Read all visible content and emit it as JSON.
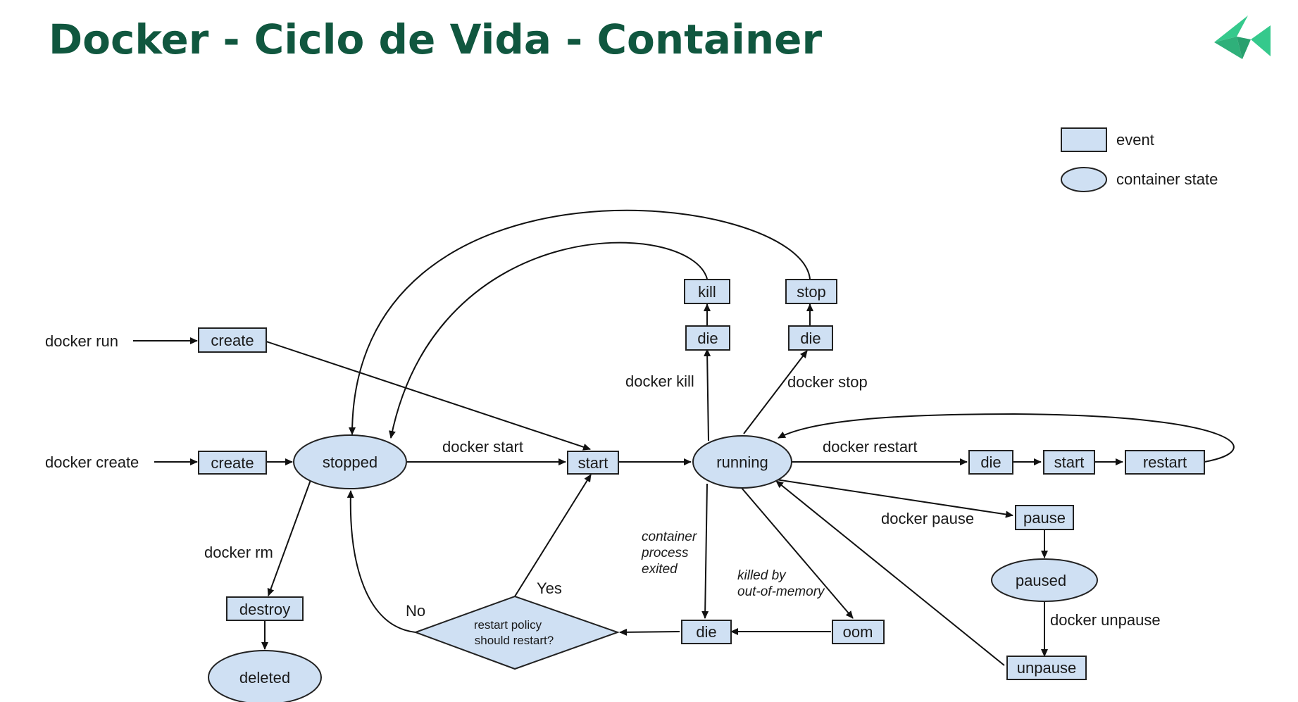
{
  "title": "Docker - Ciclo de Vida - Container",
  "colors": {
    "title": "#10573f",
    "logo": "#35c98c",
    "node_fill": "#cfe0f3",
    "stroke": "#222222"
  },
  "legend": {
    "event": "event",
    "state": "container state"
  },
  "states": {
    "stopped": "stopped",
    "running": "running",
    "paused": "paused",
    "deleted": "deleted"
  },
  "events": {
    "create_run": "create",
    "create": "create",
    "start": "start",
    "kill": "kill",
    "stop": "stop",
    "die_kill": "die",
    "die_stop": "die",
    "die_restart": "die",
    "start_restart": "start",
    "restart": "restart",
    "pause": "pause",
    "unpause": "unpause",
    "destroy": "destroy",
    "die_bottom": "die",
    "oom": "oom"
  },
  "decision": {
    "line1": "restart policy",
    "line2": "should restart?"
  },
  "labels": {
    "docker_run": "docker run",
    "docker_create": "docker create",
    "docker_start": "docker start",
    "docker_kill": "docker kill",
    "docker_stop": "docker stop",
    "docker_restart": "docker restart",
    "docker_pause": "docker pause",
    "docker_unpause": "docker unpause",
    "docker_rm": "docker rm",
    "yes": "Yes",
    "no": "No",
    "exited_1": "container",
    "exited_2": "process",
    "exited_3": "exited",
    "oom_1": "killed by",
    "oom_2": "out-of-memory"
  }
}
